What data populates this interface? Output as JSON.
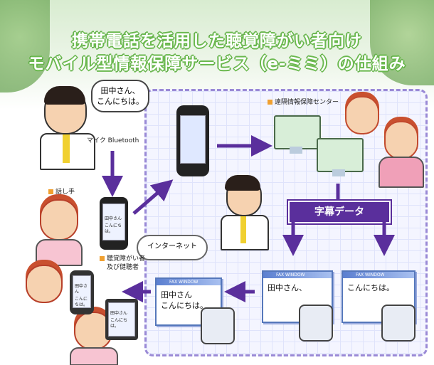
{
  "title": {
    "line1": "携帯電話を活用した聴覚障がい者向け",
    "line2": "モバイル型情報保障サービス（e-ミミ）の仕組み"
  },
  "speaker": {
    "bubble_line1": "田中さん、",
    "bubble_line2": "こんにちは。",
    "mic_label": "マイク Bluetooth",
    "role_label": "話し手"
  },
  "center": {
    "label": "遠隔情報保障センター"
  },
  "internet": {
    "label": "インターネット"
  },
  "caption_data": {
    "label": "字幕データ"
  },
  "users": {
    "role_label_line1": "聴覚障がい者",
    "role_label_line2": "及び健聴者"
  },
  "windows": {
    "win_title": "FAX WINDOW",
    "left_line1": "田中さん",
    "left_line2": "こんにちは。",
    "middle_text": "田中さん、",
    "right_text": "こんにちは。"
  },
  "devices": {
    "phone_line1": "田中さん",
    "phone_line2": "こんにちは。"
  },
  "colors": {
    "arrow": "#5a2f9c",
    "title_outline": "#6ab84e",
    "panel_border": "#9a8ad6"
  }
}
